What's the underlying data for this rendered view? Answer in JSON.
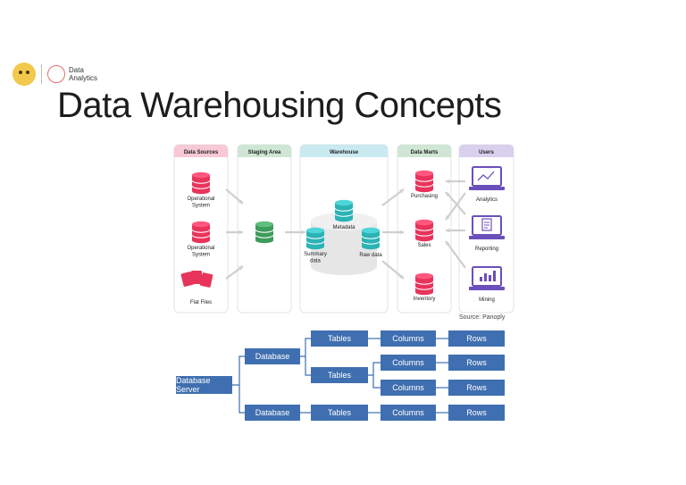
{
  "brand": {
    "line1": "Data",
    "line2": "Analytics"
  },
  "title": "Data Warehousing Concepts",
  "architecture": {
    "columns": [
      {
        "label": "Data Sources",
        "color": "#f7c9d5"
      },
      {
        "label": "Staging Area",
        "color": "#cfe6d5"
      },
      {
        "label": "Warehouse",
        "color": "#c9eaf0"
      },
      {
        "label": "Data Marts",
        "color": "#cfe6d5"
      },
      {
        "label": "Users",
        "color": "#d9d0ee"
      }
    ],
    "sources": [
      "Operational\nSystem",
      "Operational\nSystem",
      "Flat Files"
    ],
    "warehouse": {
      "center": "Metadata",
      "left": "Summary\ndata",
      "right": "Raw data"
    },
    "marts": [
      "Purchasing",
      "Sales",
      "Inventory"
    ],
    "users": [
      "Analytics",
      "Reporting",
      "Mining"
    ],
    "colors": {
      "red": "#e8345b",
      "green": "#3d9b5c",
      "teal": "#2bb3b6",
      "purple": "#6b4fbb"
    }
  },
  "source_note": "Source: Panoply",
  "hierarchy": {
    "server": "Database Server",
    "database": "Database",
    "tables": "Tables",
    "columns": "Columns",
    "rows": "Rows",
    "color": "#3f6fb0"
  }
}
